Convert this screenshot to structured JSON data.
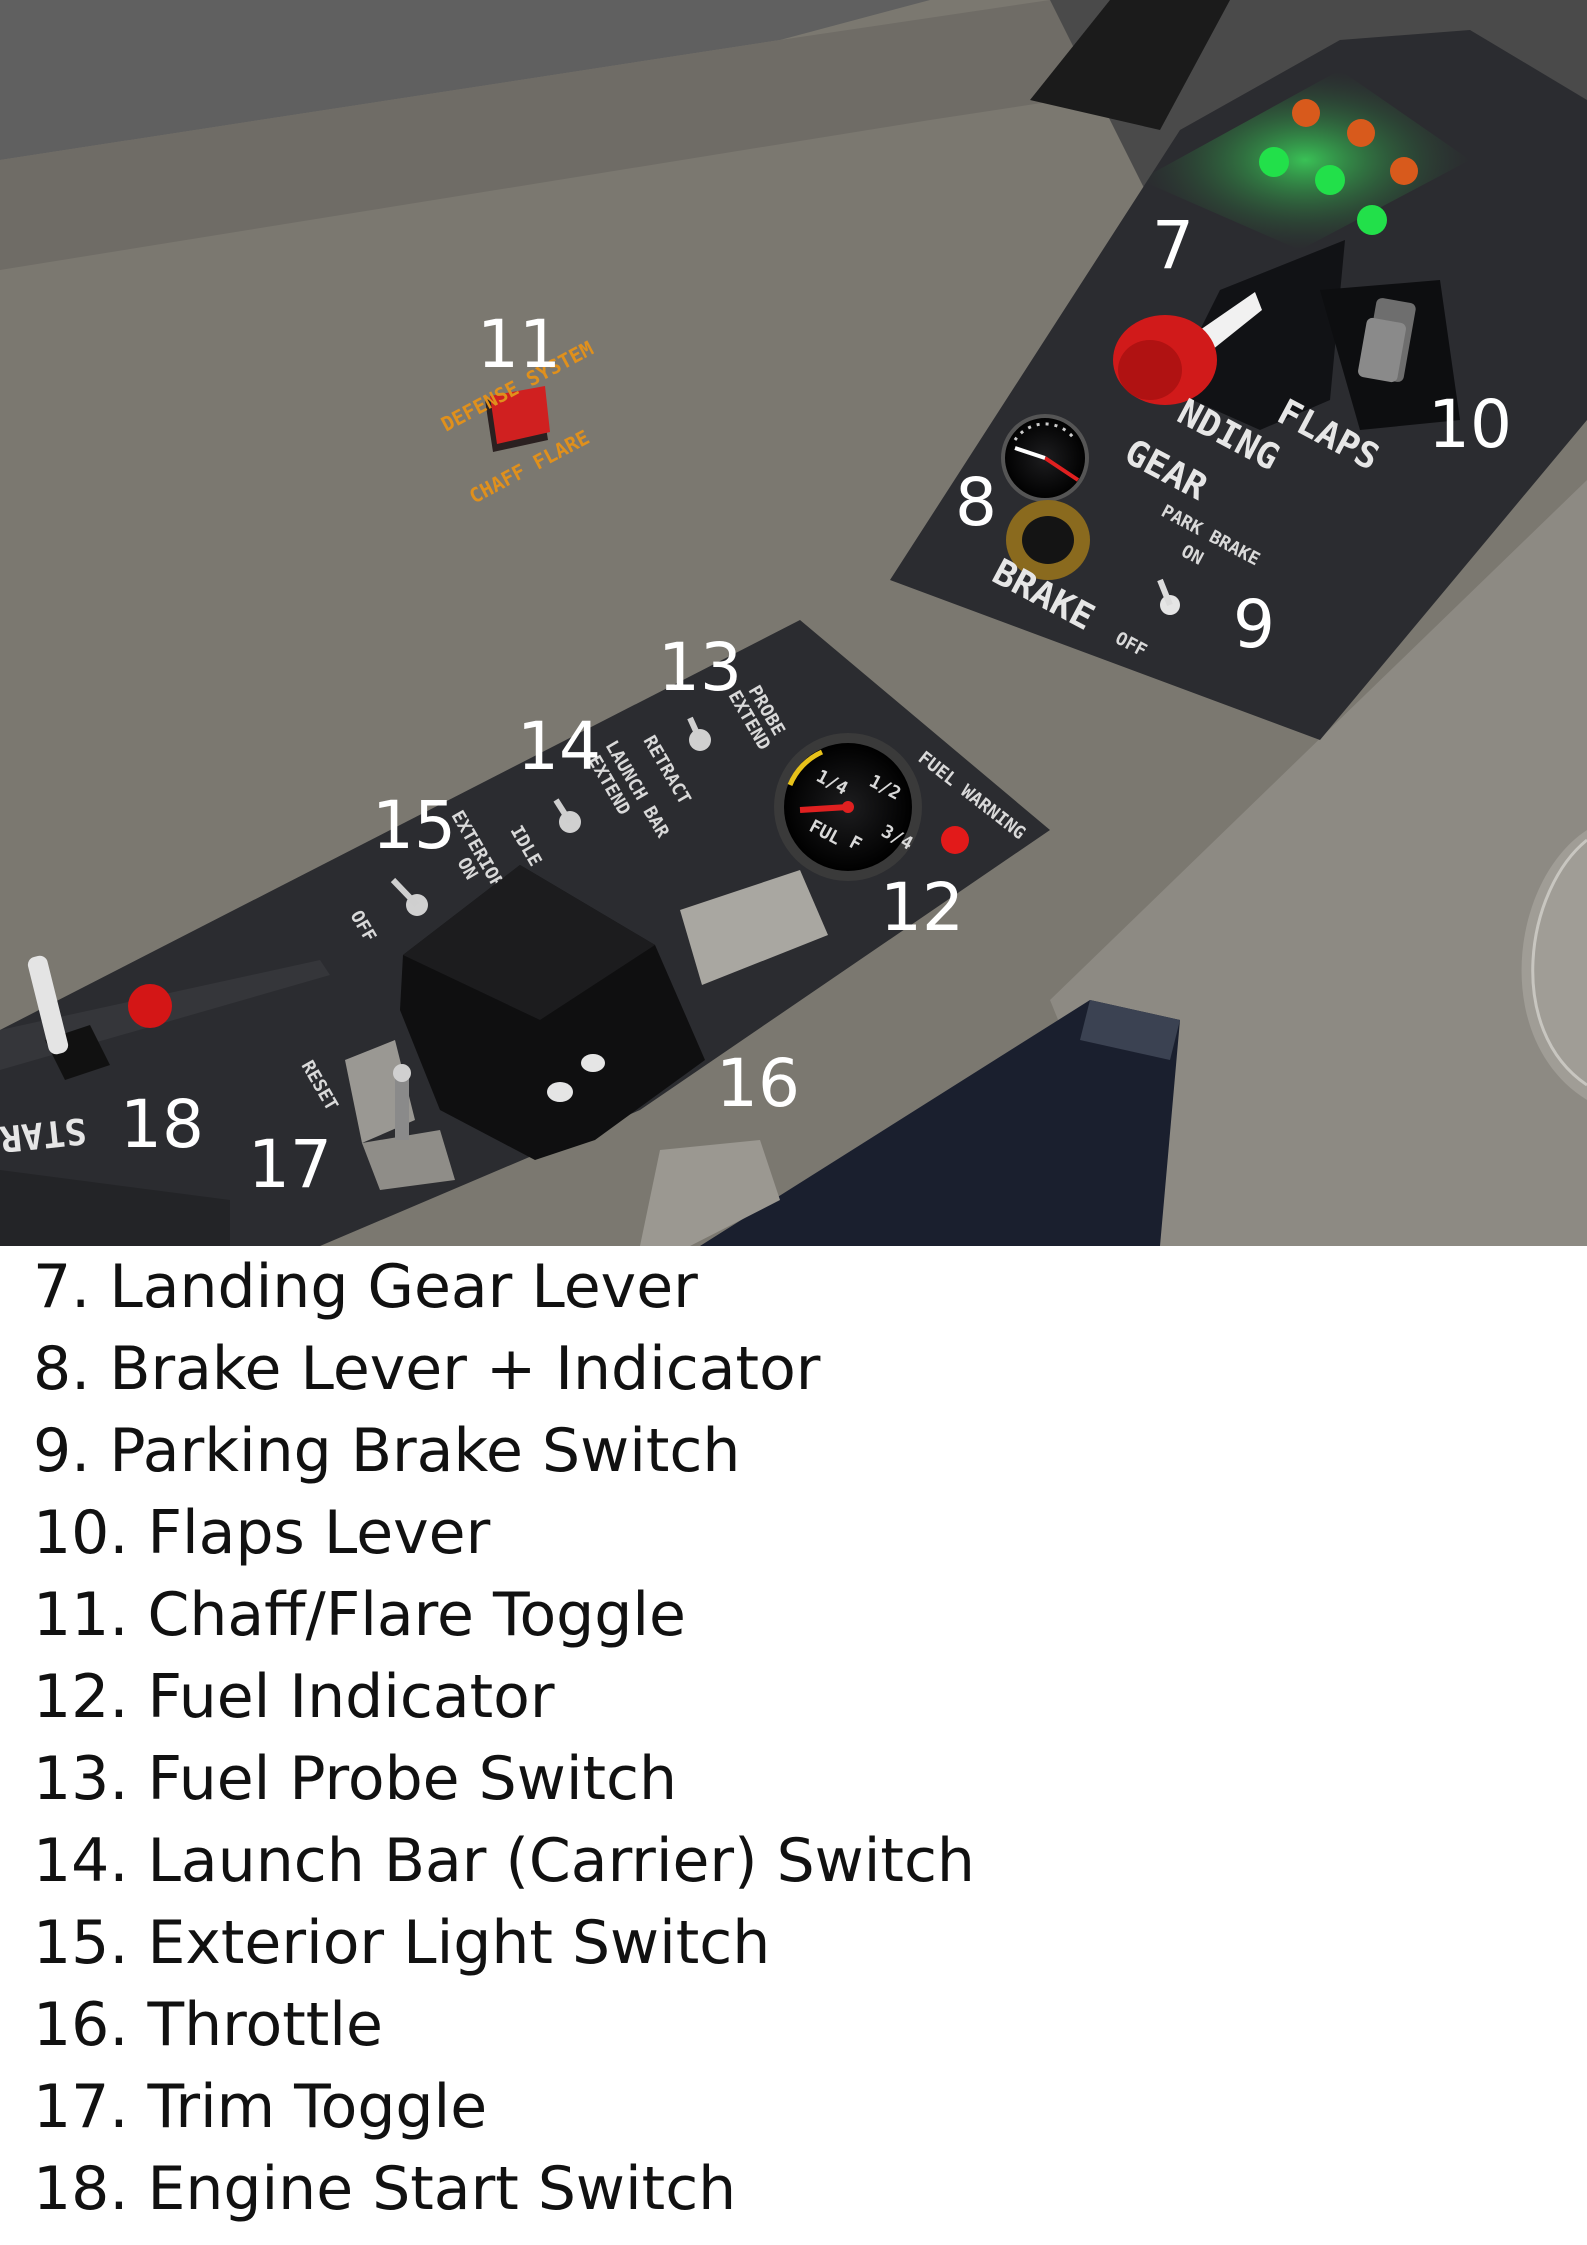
{
  "callouts": {
    "c7": "7",
    "c8": "8",
    "c9": "9",
    "c10": "10",
    "c11": "11",
    "c12": "12",
    "c13": "13",
    "c14": "14",
    "c15": "15",
    "c16": "16",
    "c17": "17",
    "c18": "18"
  },
  "panel_labels": {
    "landing_gear_1": "NDING",
    "landing_gear_2": "GEAR",
    "flaps": "FLAPS",
    "brake": "BRAKE",
    "park_brake": "PARK BRAKE",
    "park_on": "ON",
    "park_off": "OFF",
    "defense_system": "DEFENSE SYSTEM",
    "chaff_flare": "CHAFF FLARE",
    "fuel_warning": "FUEL WARNING",
    "probe": "PROBE",
    "extend_probe": "EXTEND",
    "retract": "RETRACT",
    "launch_bar": "LAUNCH BAR",
    "extend_launch": "EXTEND",
    "idle": "IDLE",
    "exterior": "EXTERIOR L",
    "ext_on": "ON",
    "ext_off": "OFF",
    "reset": "RESET",
    "start": "START",
    "gauge_quarter": "1/4",
    "gauge_half": "1/2",
    "gauge_three_quarter": "3/4",
    "gauge_full": "F",
    "gauge_empty": "FUL"
  },
  "legend": [
    "7. Landing Gear Lever",
    "8. Brake Lever + Indicator",
    "9. Parking Brake Switch",
    "10. Flaps Lever",
    "11. Chaff/Flare Toggle",
    "12. Fuel Indicator",
    "13. Fuel Probe Switch",
    "14. Launch Bar (Carrier) Switch",
    "15. Exterior Light Switch",
    "16. Throttle",
    "17. Trim Toggle",
    "18. Engine Start Switch"
  ],
  "colors": {
    "console_gray": "#7b7870",
    "panel_dark": "#2b2c30",
    "gear_handle_red": "#d11a1a",
    "gear_light_green": "#22e04a",
    "gear_light_orange": "#d85a1c",
    "label_orange": "#e0901c"
  }
}
